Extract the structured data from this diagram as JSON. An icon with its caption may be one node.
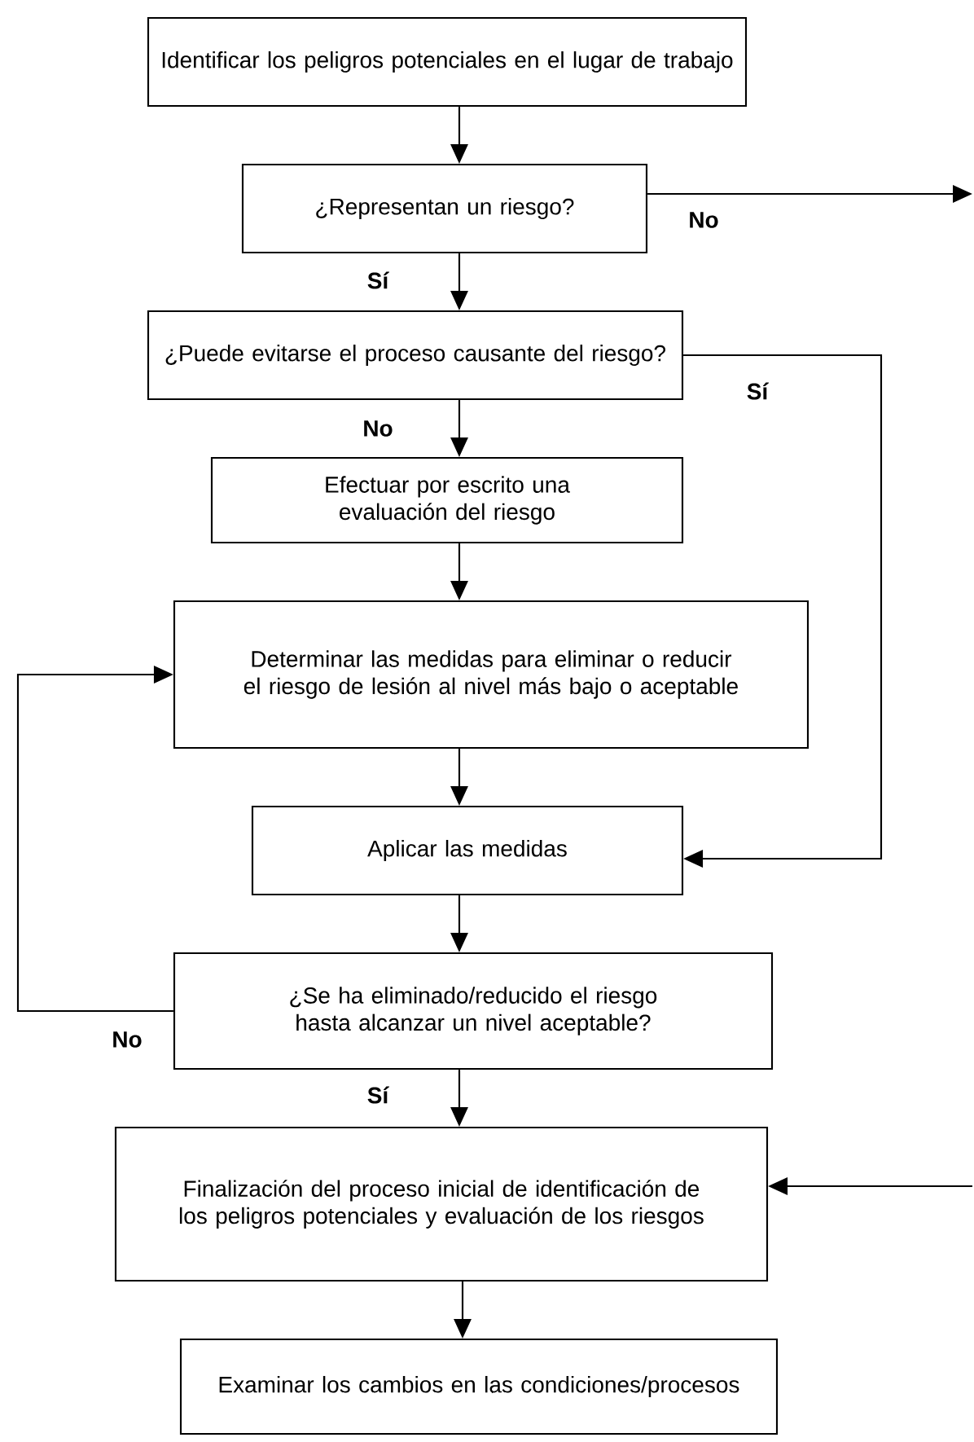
{
  "diagram": {
    "nodes": [
      {
        "text": [
          "Identificar los peligros potenciales en el lugar de trabajo"
        ]
      },
      {
        "text": [
          "¿Representan un riesgo?"
        ]
      },
      {
        "text": [
          "¿Puede evitarse el proceso causante del riesgo?"
        ]
      },
      {
        "text": [
          "Efectuar por escrito una evaluación del riesgo"
        ]
      },
      {
        "text": [
          "Determinar las medidas para eliminar o reducir el riesgo de lesión al nivel más bajo o aceptable"
        ]
      },
      {
        "text": [
          "Aplicar las medidas"
        ]
      },
      {
        "text": [
          "¿Se ha eliminado/reducido el riesgo hasta alcanzar un nivel aceptable?"
        ]
      },
      {
        "text": [
          "Finalización del proceso inicial de identificación de los peligros potenciales y evaluación de los riesgos"
        ]
      },
      {
        "text": [
          "Examinar los cambios en las condiciones/procesos"
        ]
      }
    ],
    "edges": [
      {
        "from": 0,
        "to": 1,
        "arrow": "to"
      },
      {
        "from": 1,
        "to": null,
        "arrow": "to",
        "label": "No"
      },
      {
        "from": 1,
        "to": 2,
        "arrow": "to",
        "label": "Sí"
      },
      {
        "from": 2,
        "to": 3,
        "arrow": "to",
        "label": "No"
      },
      {
        "from": 2,
        "to": 5,
        "arrow": "to",
        "label": "Sí"
      },
      {
        "from": 3,
        "to": 4,
        "arrow": "to"
      },
      {
        "from": 4,
        "to": 5,
        "arrow": "to"
      },
      {
        "from": 5,
        "to": 6,
        "arrow": "to"
      },
      {
        "from": 6,
        "to": 4,
        "arrow": "to",
        "label": "No"
      },
      {
        "from": 6,
        "to": 7,
        "arrow": "to",
        "label": "Sí"
      },
      {
        "from": null,
        "to": 7,
        "arrow": "to"
      },
      {
        "from": 7,
        "to": 8,
        "arrow": "to"
      }
    ]
  }
}
